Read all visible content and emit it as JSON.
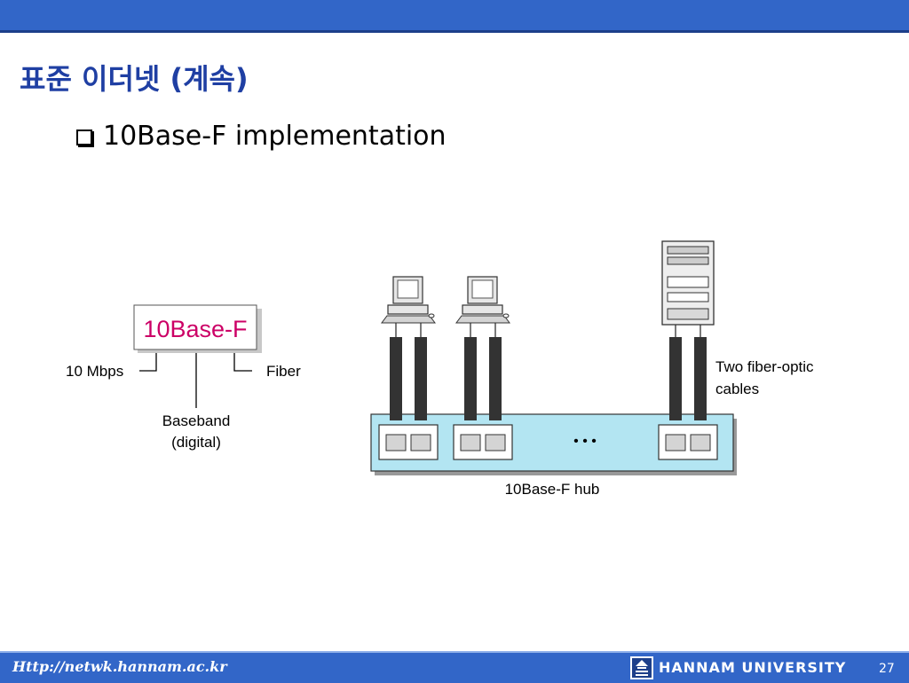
{
  "slide": {
    "title": "표준 이더넷 (계속)",
    "bullet": "10Base-F implementation"
  },
  "naming": {
    "label": "10Base-F",
    "rate": "10 Mbps",
    "medium": "Fiber",
    "signal_line1": "Baseband",
    "signal_line2": "(digital)"
  },
  "network": {
    "cable_note_line1": "Two fiber-optic",
    "cable_note_line2": "cables",
    "ellipsis": "• • •",
    "hub_label": "10Base-F  hub"
  },
  "footer": {
    "url": "Http://netwk.hannam.ac.kr",
    "university": "HANNAM  UNIVERSITY",
    "page_number": "27"
  },
  "colors": {
    "bar": "#3266c8",
    "title": "#1f3fa3",
    "label_magenta": "#cc0066",
    "hub_fill": "#b3e5f2",
    "cable": "#333333"
  }
}
